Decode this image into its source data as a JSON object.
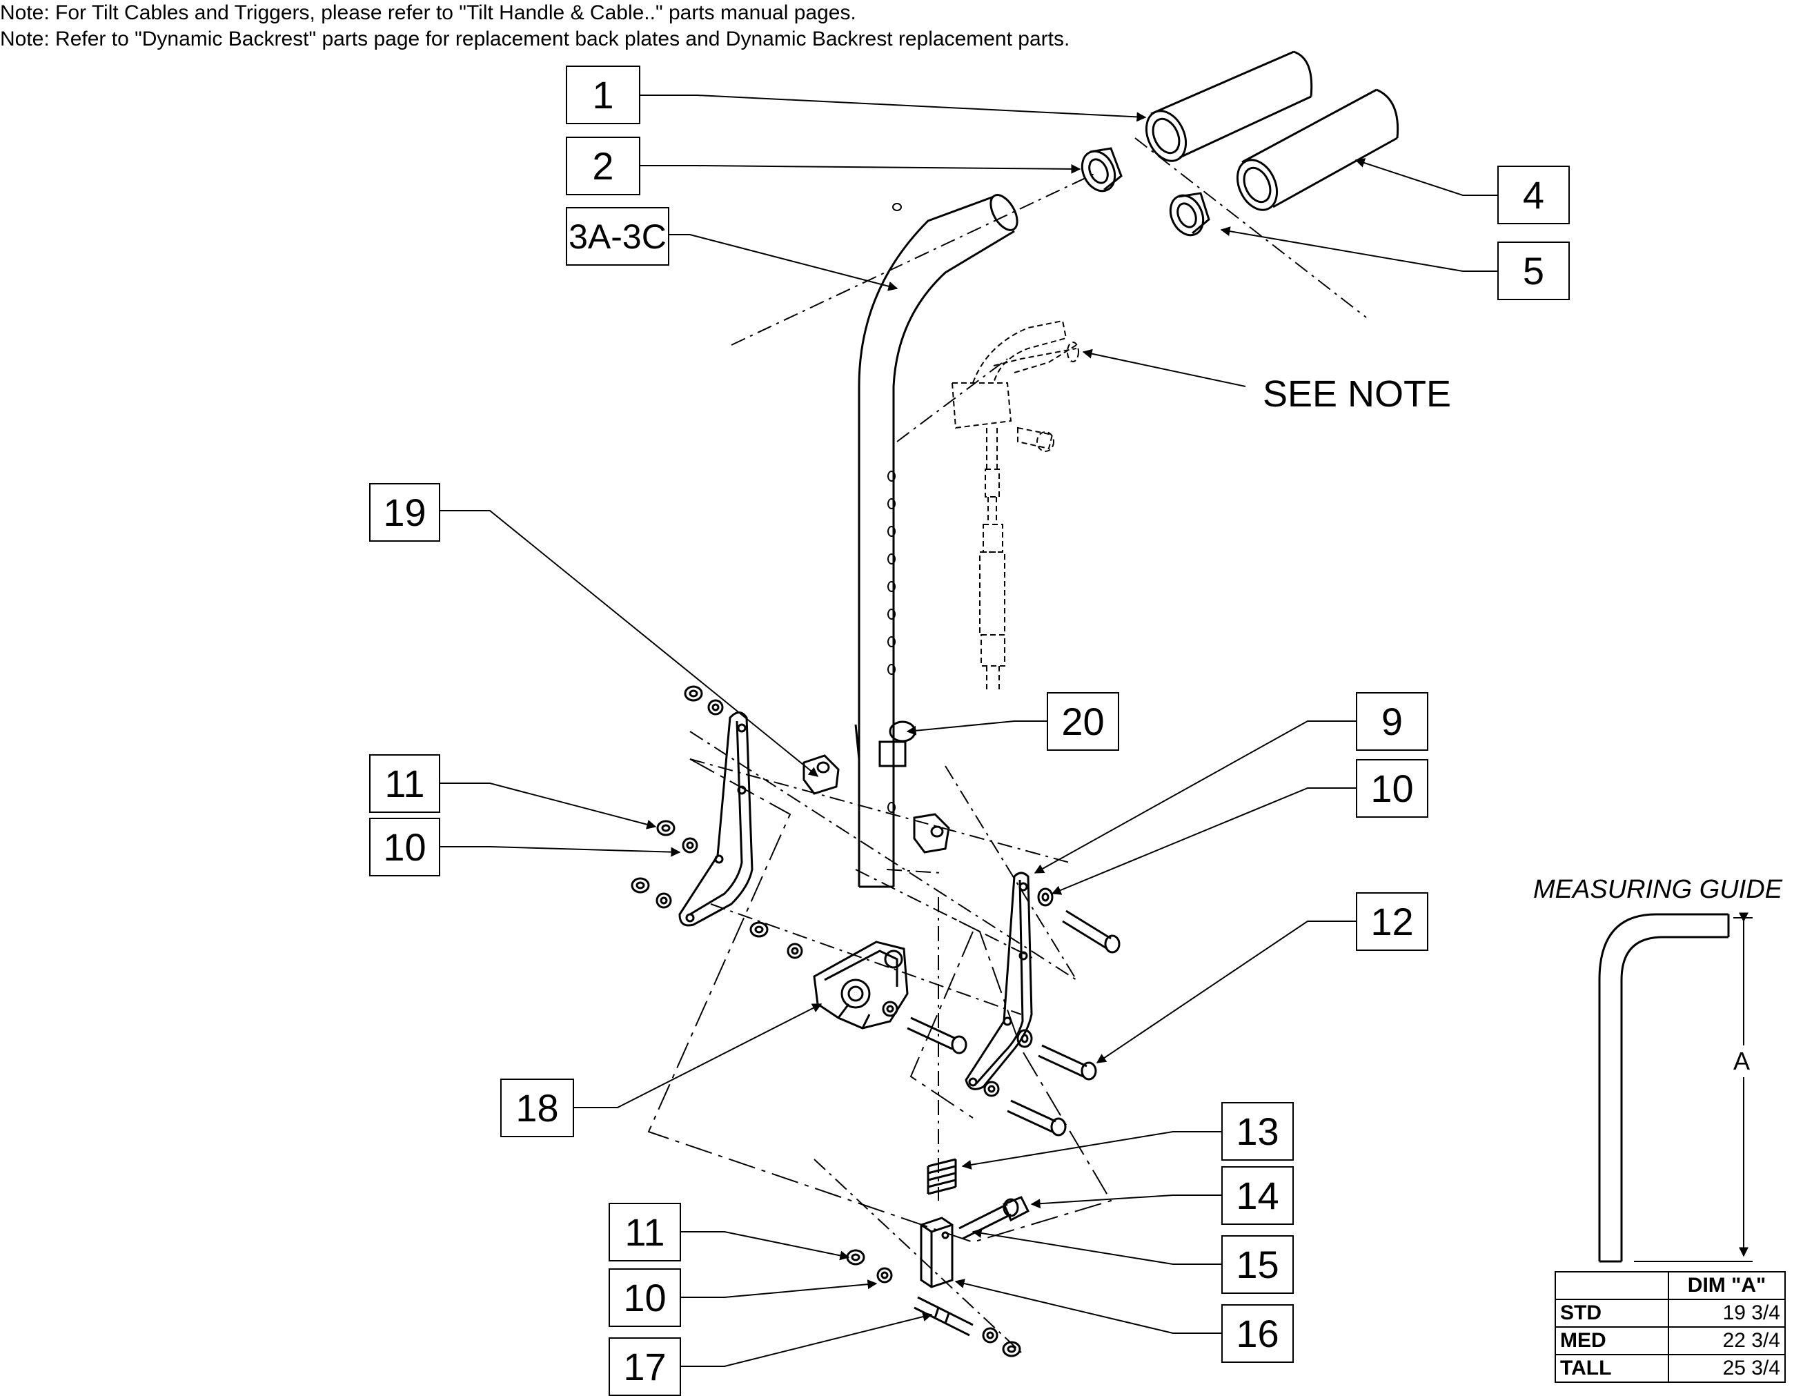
{
  "notes": [
    "Note: For Tilt Cables and Triggers, please refer to \"Tilt Handle & Cable..\" parts manual pages.",
    "Note: Refer to \"Dynamic Backrest\" parts page for replacement back plates and Dynamic Backrest replacement parts."
  ],
  "callouts": {
    "c1": "1",
    "c2": "2",
    "c3": "3A-3C",
    "c4": "4",
    "c5": "5",
    "c19": "19",
    "c20": "20",
    "c9": "9",
    "c10a": "10",
    "c11a": "11",
    "c10b": "10",
    "c12": "12",
    "c18": "18",
    "c13": "13",
    "c14": "14",
    "c15": "15",
    "c16": "16",
    "c11b": "11",
    "c10c": "10",
    "c17": "17"
  },
  "see_note": "SEE NOTE",
  "measuring_guide": {
    "title": "MEASURING GUIDE",
    "dim_label": "A",
    "table": {
      "header": "DIM \"A\"",
      "rows": [
        {
          "label": "STD",
          "value": "19 3/4"
        },
        {
          "label": "MED",
          "value": "22 3/4"
        },
        {
          "label": "TALL",
          "value": "25 3/4"
        }
      ]
    }
  }
}
